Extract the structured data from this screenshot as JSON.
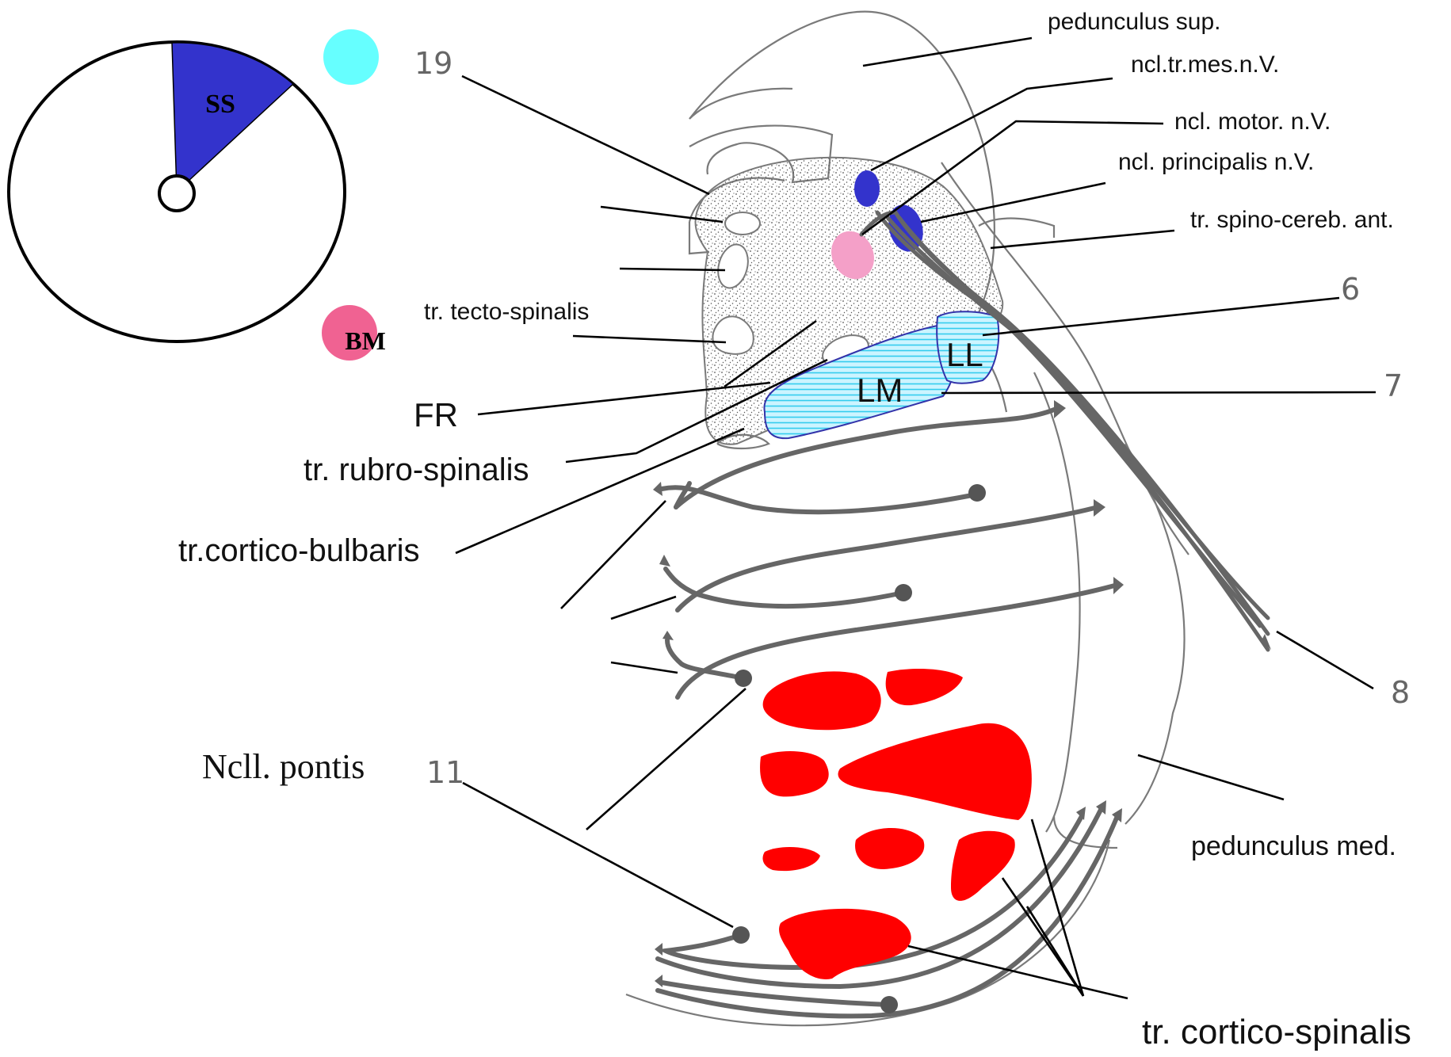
{
  "legend": {
    "sector_label": "SS",
    "dot_label": "BM",
    "colors": {
      "sector": "#3333cc",
      "cyan_dot": "#66ffff",
      "pink_dot": "#f06292"
    }
  },
  "labels": {
    "pedunculus_sup": "pedunculus sup.",
    "ncl_tr_mes": "ncl.tr.mes.n.V.",
    "ncl_motor": "ncl. motor. n.V.",
    "ncl_principalis": "ncl. principalis n.V.",
    "tr_spino_cereb": "tr. spino-cereb. ant.",
    "tr_tecto_spinalis": "tr. tecto-spinalis",
    "fr": "FR",
    "tr_rubro_spinalis": "tr. rubro-spinalis",
    "tr_cortico_bulbaris": "tr.cortico-bulbaris",
    "ncll_pontis": "Ncll. pontis",
    "pedunculus_med": "pedunculus med.",
    "tr_cortico_spinalis": "tr. cortico-spinalis"
  },
  "numbers": {
    "n19": "19",
    "n6": "6",
    "n7": "7",
    "n8": "8",
    "n11": "11"
  },
  "regions": {
    "lm": "LM",
    "ll": "LL"
  },
  "colors": {
    "nucleus_blue": "#3333cc",
    "nucleus_pink": "#f4a0c8",
    "pontine_red": "#ff0000",
    "lemniscus_fill": "#ccf4ff",
    "lemniscus_stripe": "#33ccee"
  }
}
